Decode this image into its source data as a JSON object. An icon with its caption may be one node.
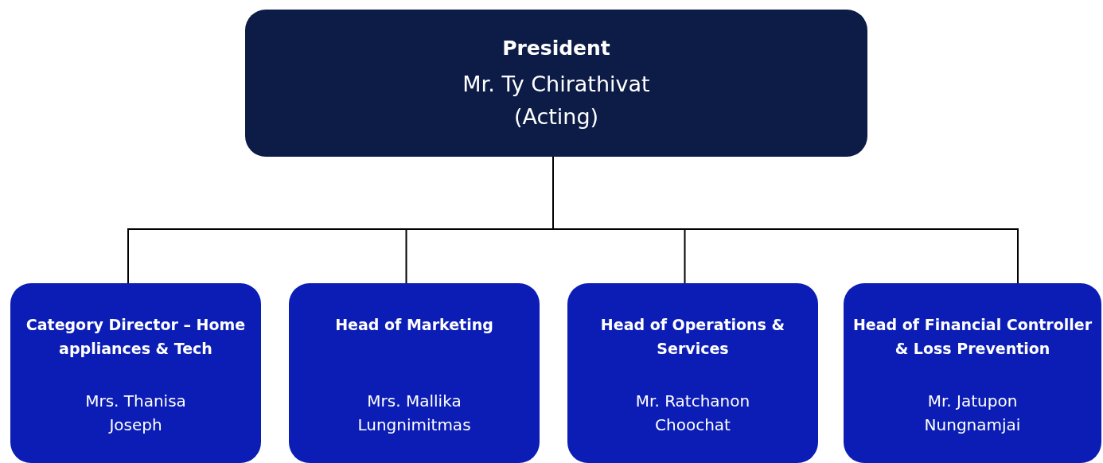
{
  "diagram": {
    "nodes": [
      {
        "text": [
          "President",
          "Mr. Ty Chirathivat (Acting)"
        ]
      },
      {
        "text": [
          "Category Director – Home appliances & Tech",
          "Mrs. Thanisa Joseph"
        ]
      },
      {
        "text": [
          "Head of Marketing",
          "Mrs. Mallika Lungnimitmas"
        ]
      },
      {
        "text": [
          "Head of Operations & Services",
          "Mr. Ratchanon Choochat"
        ]
      },
      {
        "text": [
          "Head of Financial Controller & Loss Prevention",
          "Mr. Jatupon Nungnamjai"
        ]
      }
    ],
    "edges": [
      {
        "from": 0,
        "to": 1,
        "arrow": "none"
      },
      {
        "from": 0,
        "to": 2,
        "arrow": "none"
      },
      {
        "from": 0,
        "to": 3,
        "arrow": "none"
      },
      {
        "from": 0,
        "to": 4,
        "arrow": "none"
      }
    ]
  }
}
